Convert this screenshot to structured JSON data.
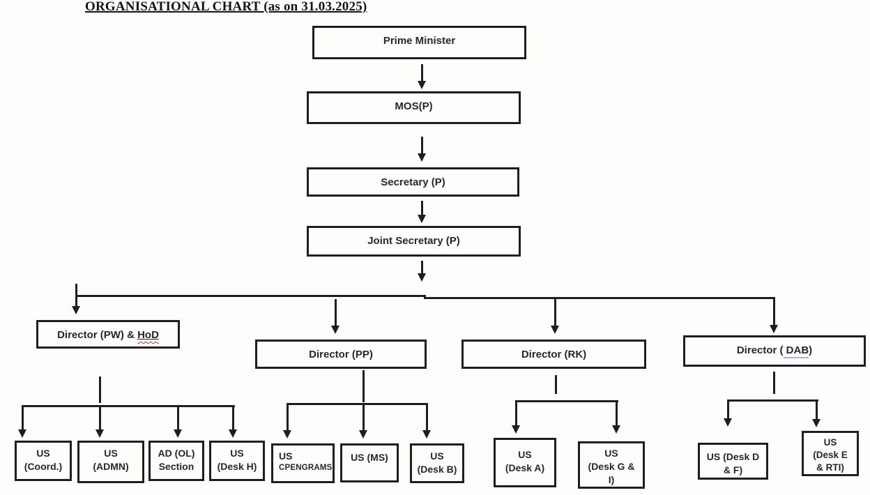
{
  "title": "ORGANISATIONAL CHART (as on 31.03.2025)",
  "colors": {
    "line": "#1e1e1e",
    "squiggle_red": "#cc2b2b",
    "underline_blue": "#9fb9d6"
  },
  "chain": [
    {
      "label": "Prime Minister"
    },
    {
      "label": "MOS(P)"
    },
    {
      "label": "Secretary (P)"
    },
    {
      "label": "Joint Secretary (P)"
    }
  ],
  "directors": {
    "pw": {
      "prefix": "Director (PW) & ",
      "marked": "HoD"
    },
    "pp": {
      "label": "Director (PP)"
    },
    "rk": {
      "label": "Director (RK)"
    },
    "dab": {
      "prefix": "Director (",
      "marked": " DAB",
      "suffix": ")"
    }
  },
  "staff": {
    "coord": [
      "US",
      "(Coord.)"
    ],
    "admn": [
      "US",
      "(ADMN)"
    ],
    "ad_ol": [
      "AD (OL)",
      "Section"
    ],
    "desk_h": [
      "US",
      "(Desk H)"
    ],
    "cpengrams": [
      "US",
      "CPENGRAMS"
    ],
    "ms": [
      "US (MS)"
    ],
    "desk_b": [
      "US",
      "(Desk B)"
    ],
    "desk_a": [
      "US",
      "(Desk A)"
    ],
    "desk_gi": [
      "US",
      "(Desk G &",
      "I)"
    ],
    "desk_df": [
      "US (Desk D",
      "& F)"
    ],
    "desk_erti": [
      "US",
      "(Desk E",
      "& RTI)"
    ]
  }
}
